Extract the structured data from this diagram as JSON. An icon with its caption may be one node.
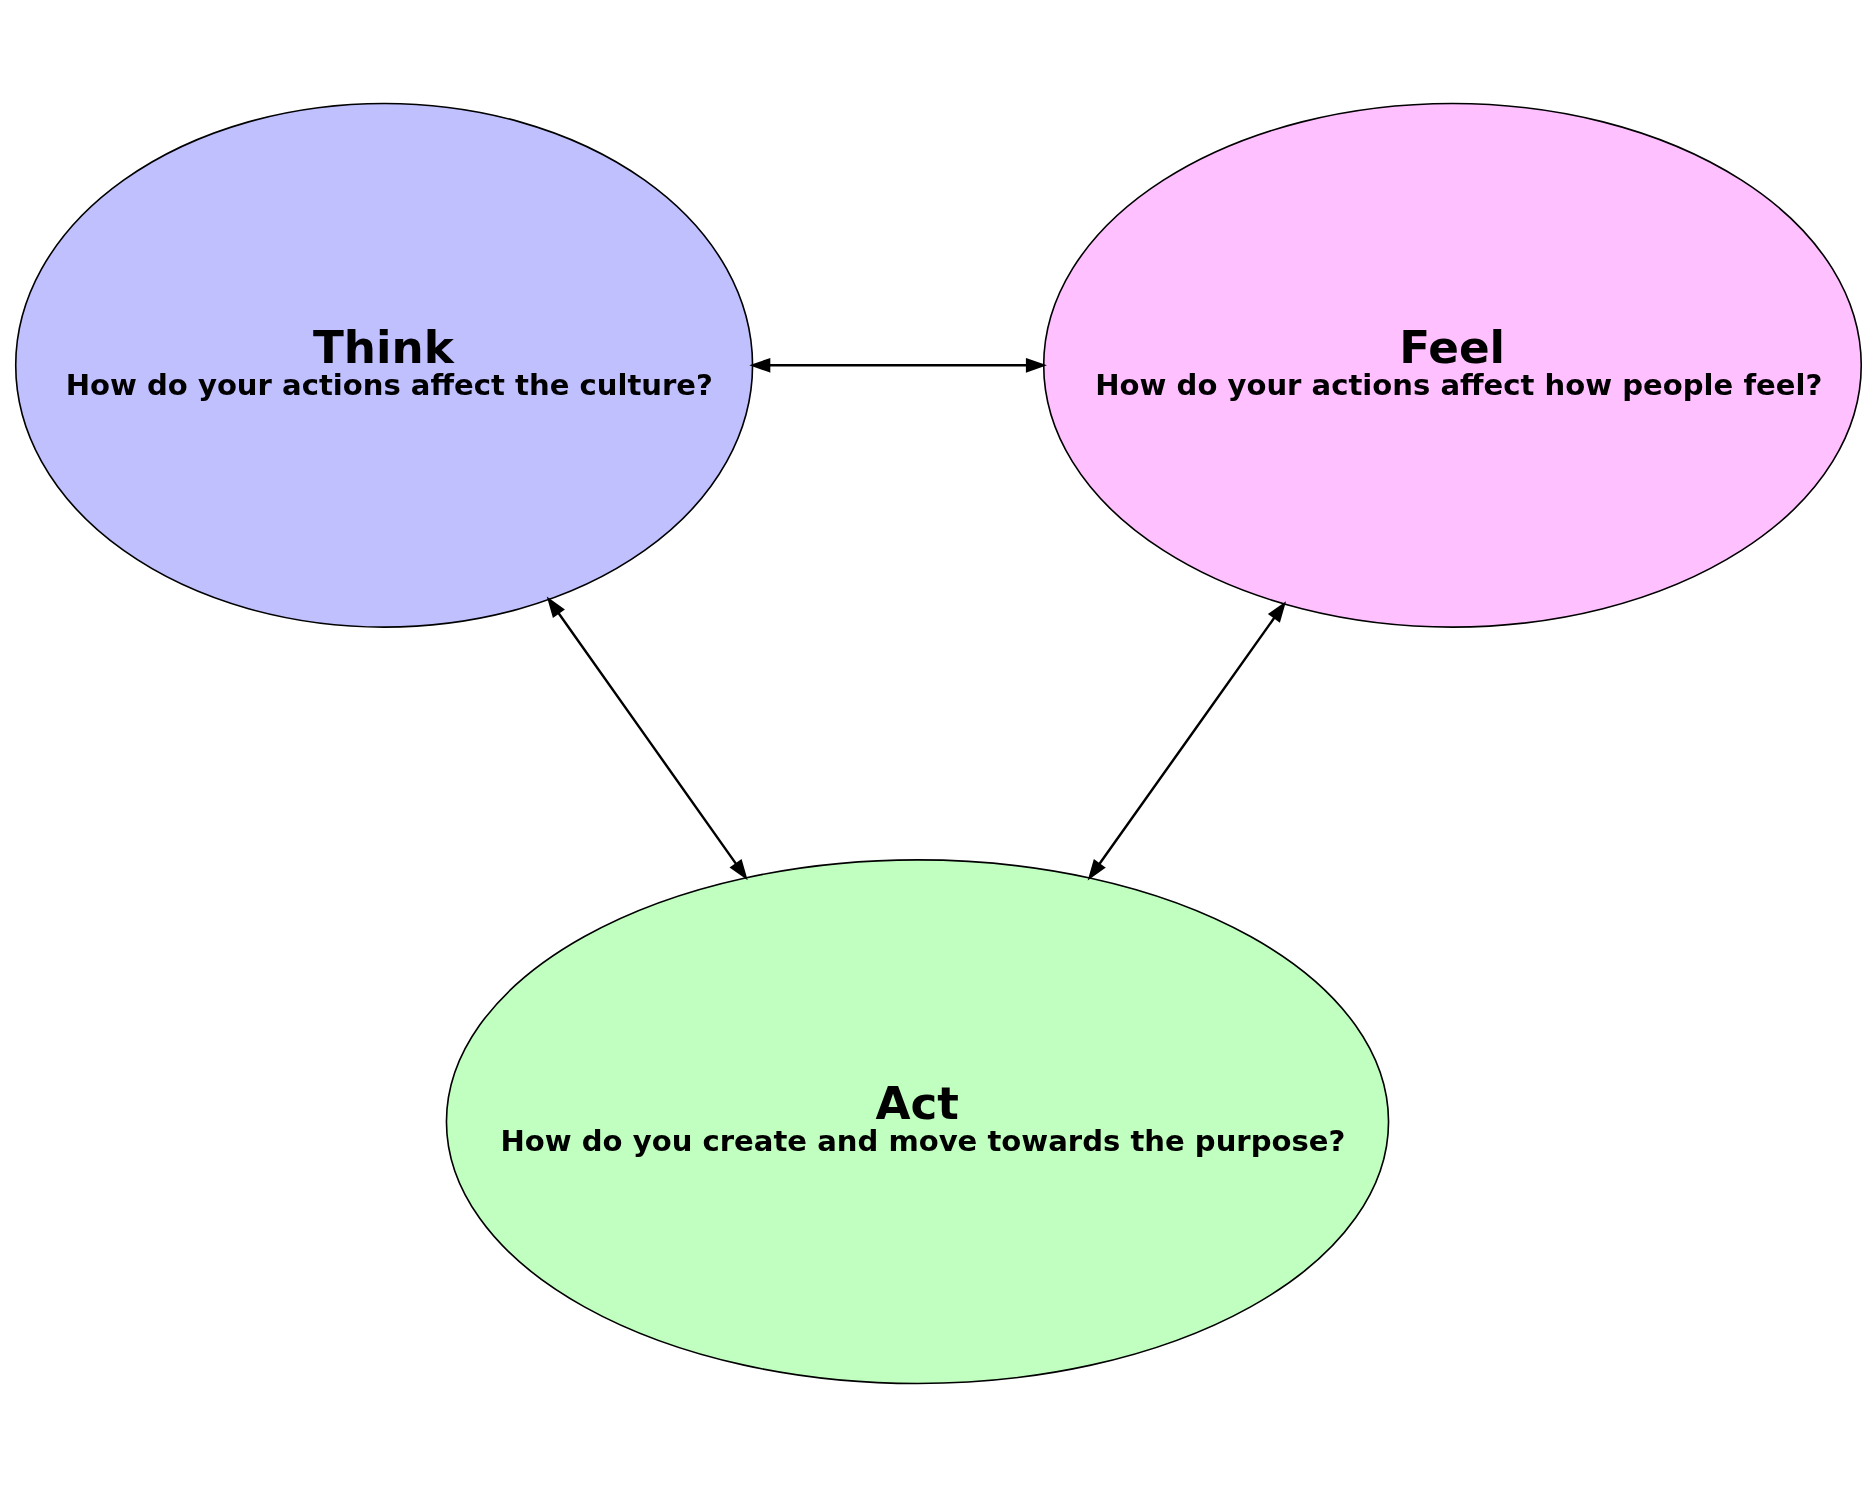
{
  "diagram": {
    "nodes": [
      {
        "text": [
          "Think",
          "How do your actions affect the culture?"
        ]
      },
      {
        "text": [
          "Feel",
          "How do your actions affect how people feel?"
        ]
      },
      {
        "text": [
          "Act",
          "How do you create and move towards the purpose?"
        ]
      }
    ],
    "edges": [
      {
        "from": 0,
        "to": 1,
        "arrow": "both"
      },
      {
        "from": 0,
        "to": 2,
        "arrow": "both"
      },
      {
        "from": 1,
        "to": 2,
        "arrow": "both"
      }
    ]
  }
}
